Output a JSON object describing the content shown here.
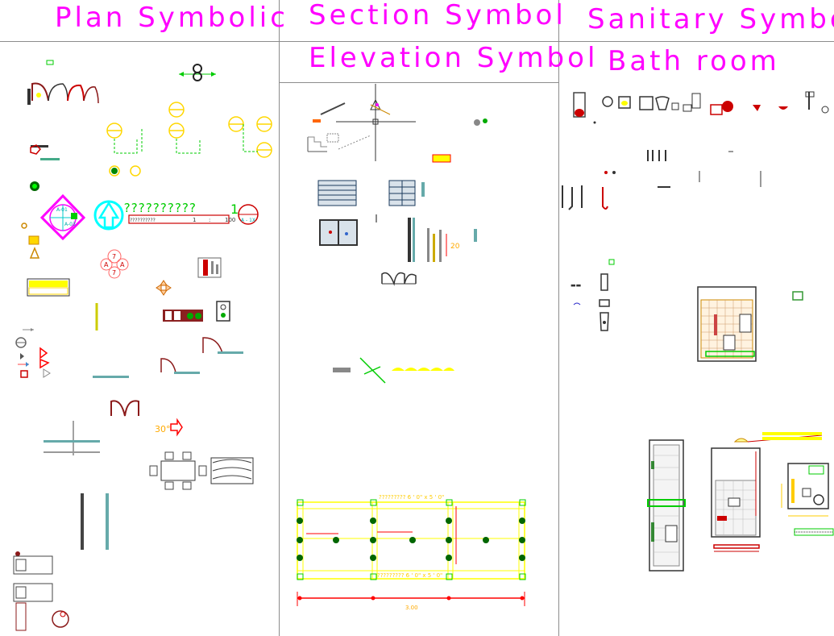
{
  "headers": {
    "plan": "Plan Symbolic",
    "section": "Section Symbol",
    "elevation": "Elevation Symbol",
    "sanitary": "Sanitary Symbol",
    "bathroom": "Bath room"
  },
  "plan_labels": {
    "question_marks": "??????????",
    "scale_left": "1",
    "scale_colon": ":",
    "scale_right": "100",
    "scale_dots": "??????????",
    "section_number": "1",
    "section_ref": "A - 1X",
    "arrow_30": "30°"
  },
  "section_labels": {
    "dim_top": "?????????  6 ' 0\" x 5 ' 0\"",
    "dim_bottom": "?????????  6 ' 0\" x 5 ' 0\"",
    "dim_total": "3.00",
    "dim_20": "20"
  },
  "colors": {
    "header": "#ff00ff",
    "grid": "#8c8c8c",
    "cad_yellow": "#ffff00",
    "cad_green": "#00cc00",
    "cad_red": "#ff0000",
    "cad_cyan": "#00ffff",
    "cad_magenta": "#ff00ff"
  }
}
